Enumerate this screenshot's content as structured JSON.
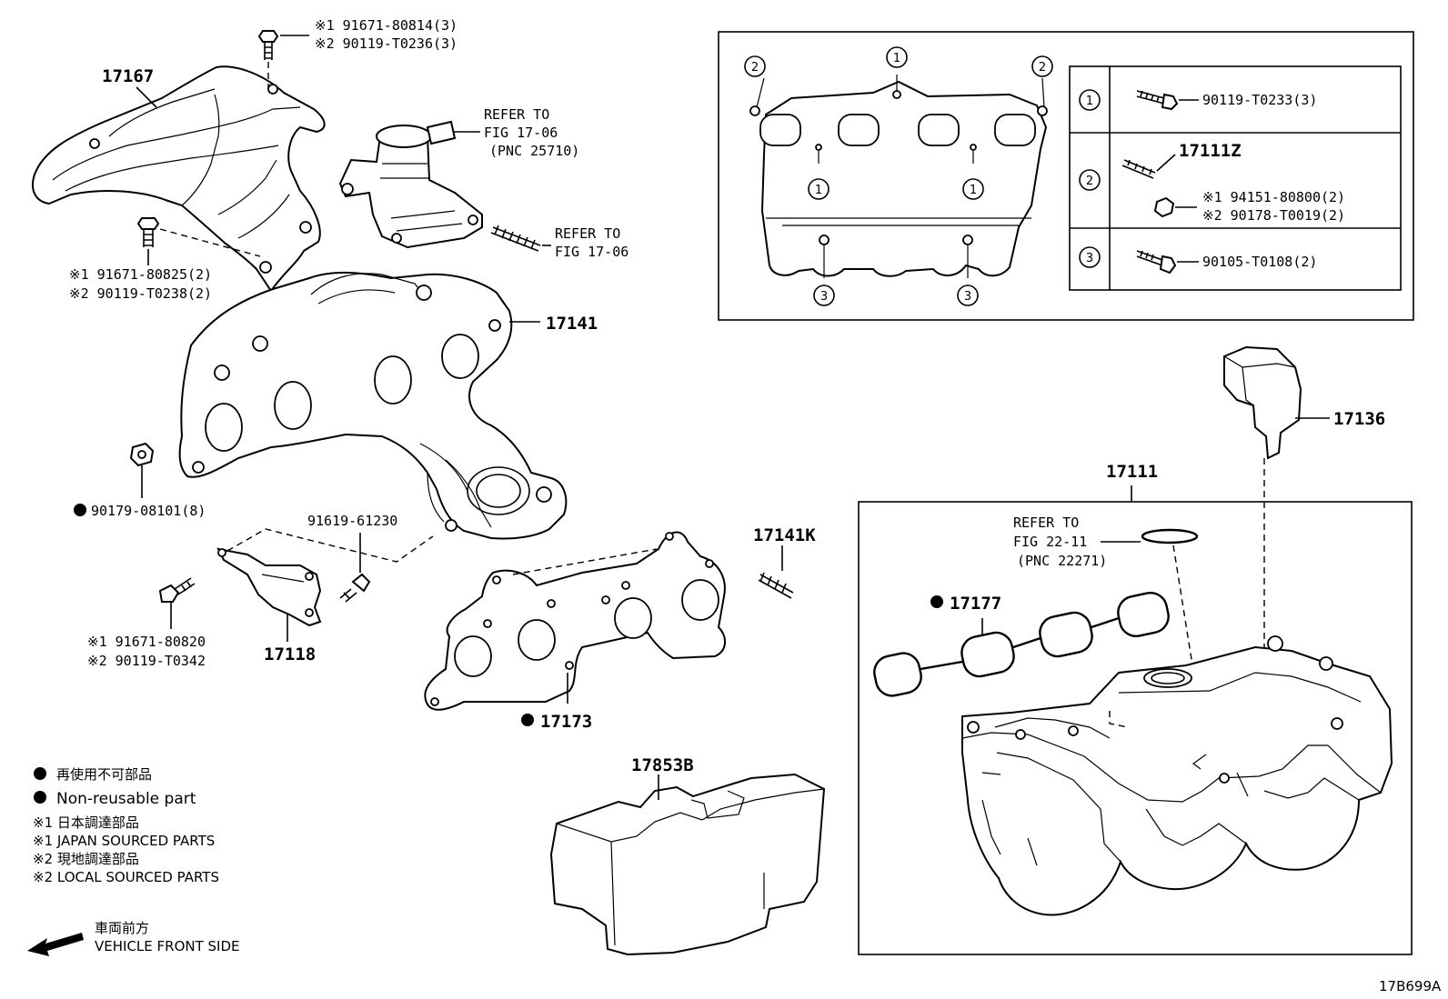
{
  "parts": {
    "p17167": "17167",
    "p17141": "17141",
    "p17141k": "17141K",
    "p17118": "17118",
    "p17173": "17173",
    "p17177": "17177",
    "p17111": "17111",
    "p17111z": "17111Z",
    "p17136": "17136",
    "p17853b": "17853B"
  },
  "callouts": {
    "top_bolt_1": "※1 91671-80814(3)",
    "top_bolt_2": "※2 90119-T0236(3)",
    "left_bolt_1": "※1 91671-80825(2)",
    "left_bolt_2": "※2 90119-T0238(2)",
    "nut": "90179-08101(8)",
    "bracket_bolt": "91619-61230",
    "bracket_screw_1": "※1 91671-80820",
    "bracket_screw_2": "※2 90119-T0342"
  },
  "refers": {
    "upper_1": "REFER TO",
    "upper_2": "FIG 17-06",
    "upper_3": "(PNC 25710)",
    "mid_1": "REFER TO",
    "mid_2": "FIG 17-06",
    "lower_1": "REFER TO",
    "lower_2": "FIG 22-11",
    "lower_3": "(PNC 22271)"
  },
  "inset_table": {
    "row1_num": "1",
    "row1_part": "90119-T0233(3)",
    "row2_num": "2",
    "row2_part": "17111Z",
    "row2_sub1": "※1 94151-80800(2)",
    "row2_sub2": "※2 90178-T0019(2)",
    "row3_num": "3",
    "row3_part": "90105-T0108(2)"
  },
  "inset_markers": {
    "m1": "1",
    "m2": "2",
    "m3": "3"
  },
  "legend": {
    "l1": "再使用不可部品",
    "l2": "Non-reusable part",
    "l3": "※1  日本調達部品",
    "l4": "※1  JAPAN SOURCED PARTS",
    "l5": "※2  現地調達部品",
    "l6": "※2  LOCAL SOURCED PARTS",
    "front_jp": "車両前方",
    "front_en": "VEHICLE FRONT SIDE"
  },
  "figure_id": "17B699A"
}
